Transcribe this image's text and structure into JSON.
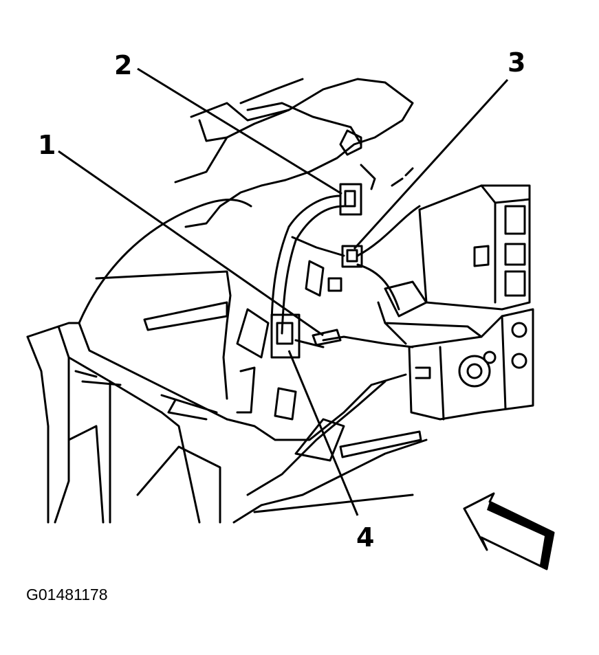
{
  "figure": {
    "id": "G01481178",
    "ink_color": "#000000",
    "background_color": "#ffffff"
  },
  "callouts": [
    {
      "label": "1"
    },
    {
      "label": "2"
    },
    {
      "label": "3"
    },
    {
      "label": "4"
    }
  ],
  "arrow": {
    "icon": "view-direction-arrow-icon"
  }
}
